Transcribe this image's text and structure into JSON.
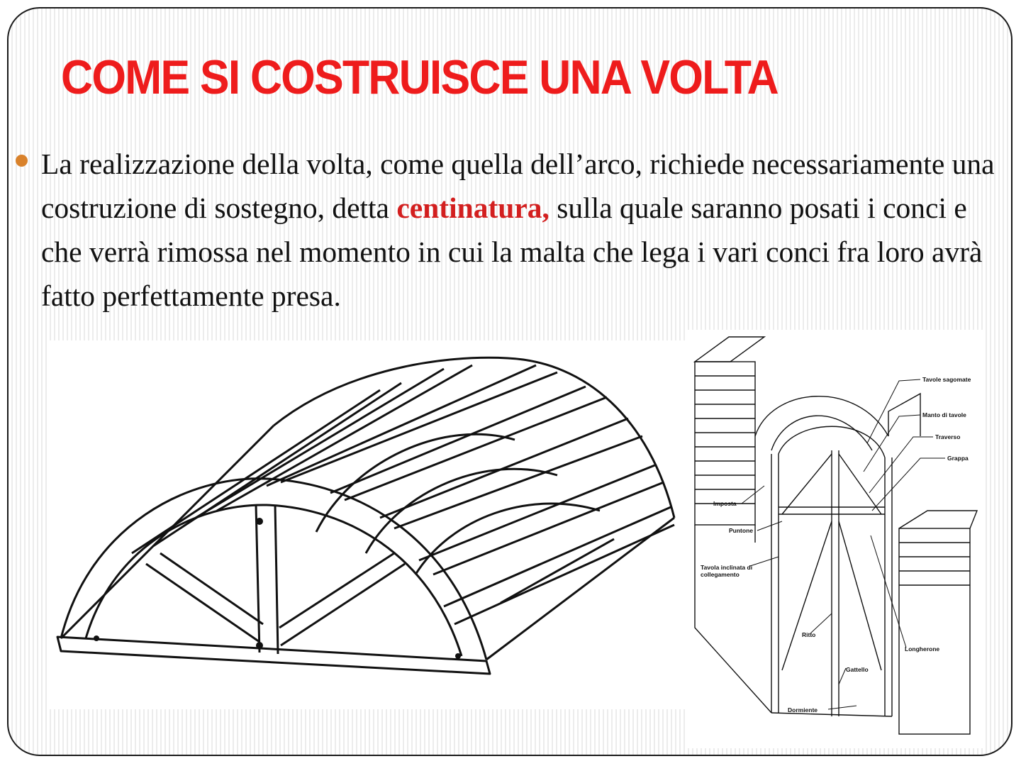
{
  "slide": {
    "title": "COME SI COSTRUISCE UNA VOLTA",
    "paragraph": {
      "before": "La realizzazione della volta, come quella dell’arco, richiede necessariamente una costruzione di sostegno, detta ",
      "keyword": "centinatura,",
      "after": " sulla quale saranno posati i conci e che verrà rimossa nel momento in cui la malta che lega i vari conci fra loro avrà fatto perfettamente presa."
    },
    "colors": {
      "title": "#ee1c1c",
      "keyword": "#d31f1f",
      "bullet": "#d9822b"
    }
  },
  "diagram_labels": {
    "tavole_sagomate": "Tavole sagomate",
    "manto_di_tavole": "Manto di tavole",
    "traverso": "Traverso",
    "grappa": "Grappa",
    "imposta": "Imposta",
    "puntone": "Puntone",
    "tavola_inclinata_1": "Tavola inclinata di",
    "tavola_inclinata_2": "collegamento",
    "ritto": "Ritto",
    "longherone": "Longherone",
    "gattello": "Gattello",
    "dormiente": "Dormiente"
  }
}
